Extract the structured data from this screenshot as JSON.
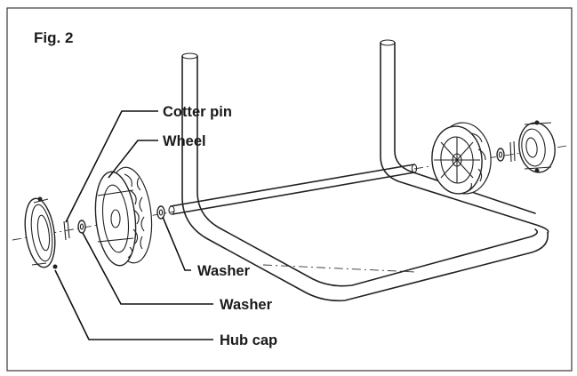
{
  "figure": {
    "title": "Fig. 2",
    "labels": {
      "cotter_pin": "Cotter pin",
      "wheel": "Wheel",
      "washer_outer": "Washer",
      "washer_inner": "Washer",
      "hub_cap": "Hub cap"
    }
  }
}
